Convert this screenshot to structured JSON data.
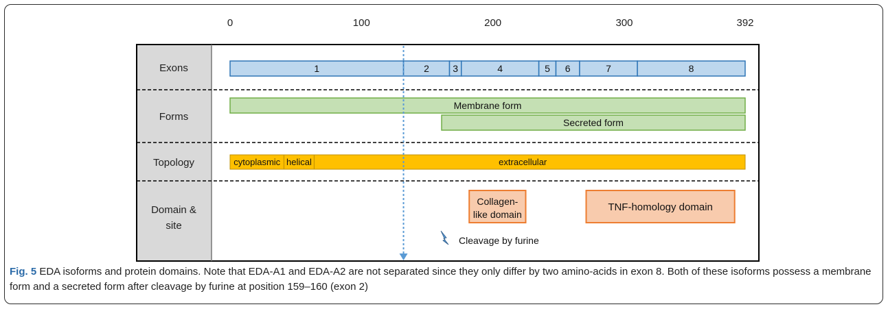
{
  "scale": {
    "min": 0,
    "max": 392,
    "ticks": [
      {
        "value": 0,
        "label": "0"
      },
      {
        "value": 100,
        "label": "100"
      },
      {
        "value": 200,
        "label": "200"
      },
      {
        "value": 300,
        "label": "300"
      },
      {
        "value": 392,
        "label": "392"
      }
    ]
  },
  "rows": {
    "exons": "Exons",
    "forms": "Forms",
    "topology": "Topology",
    "domain_line1": "Domain &",
    "domain_line2": "site"
  },
  "exons": [
    {
      "label": "1",
      "start": 0,
      "end": 132
    },
    {
      "label": "2",
      "start": 132,
      "end": 167
    },
    {
      "label": "3",
      "start": 167,
      "end": 176
    },
    {
      "label": "4",
      "start": 176,
      "end": 235
    },
    {
      "label": "5",
      "start": 235,
      "end": 248
    },
    {
      "label": "6",
      "start": 248,
      "end": 266
    },
    {
      "label": "7",
      "start": 266,
      "end": 310
    },
    {
      "label": "8",
      "start": 310,
      "end": 392
    }
  ],
  "forms": [
    {
      "label": "Membrane form",
      "start": 0,
      "end": 392
    },
    {
      "label": "Secreted form",
      "start": 161,
      "end": 392
    }
  ],
  "topology": [
    {
      "label": "cytoplasmic",
      "start": 0,
      "end": 41
    },
    {
      "label": "helical",
      "start": 41,
      "end": 64
    },
    {
      "label": "extracellular",
      "start": 64,
      "end": 392
    }
  ],
  "domains": [
    {
      "line1": "Collagen-",
      "line2": "like domain",
      "start": 182,
      "end": 225
    },
    {
      "line1": "TNF-homology domain",
      "line2": "",
      "start": 271,
      "end": 384
    }
  ],
  "cleavage": {
    "label": "Cleavage by furine",
    "position": 132
  },
  "colors": {
    "exon_fill": "#bdd7ee",
    "exon_stroke": "#2e75b6",
    "form_fill": "#c5e0b4",
    "form_stroke": "#70ad47",
    "topo_fill": "#ffc000",
    "topo_stroke": "#bf9000",
    "domain_fill": "#f8cbad",
    "domain_stroke": "#ed7d31",
    "label_bg": "#d9d9d9",
    "cleavage": "#5b9bd5"
  },
  "caption": {
    "label": "Fig. 5",
    "text": " EDA isoforms and protein domains. Note that EDA-A1 and EDA-A2 are not separated since they only differ by two amino-acids in exon 8. Both of these isoforms possess a membrane form and a secreted form after cleavage by furine at position 159–160 (exon 2)"
  }
}
